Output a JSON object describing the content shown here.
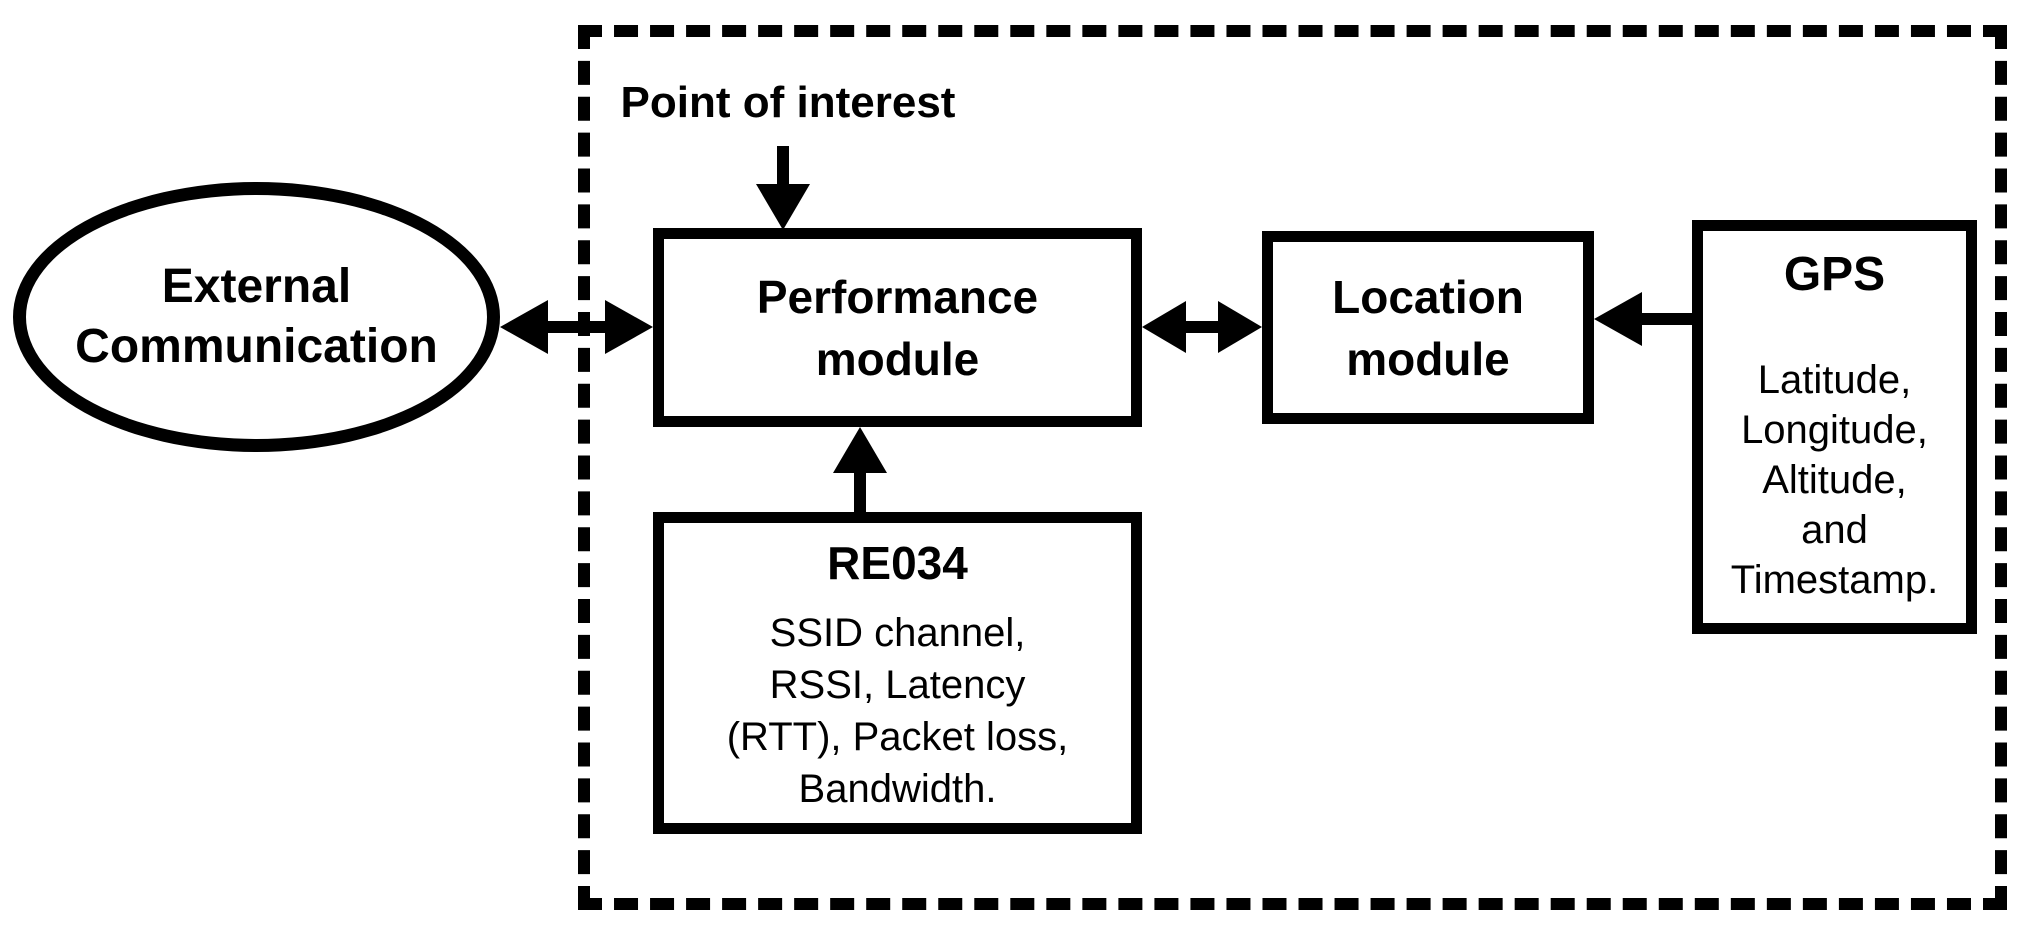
{
  "diagram": {
    "colors": {
      "stroke": "#000000",
      "background": "#ffffff"
    },
    "external_node": {
      "lines": [
        "External",
        "Communication"
      ]
    },
    "point_of_interest": {
      "label": "Point of interest"
    },
    "performance_module": {
      "lines": [
        "Performance",
        "module"
      ]
    },
    "location_module": {
      "lines": [
        "Location",
        "module"
      ]
    },
    "gps_node": {
      "title": "GPS",
      "lines": [
        "Latitude,",
        "Longitude,",
        "Altitude,",
        "and",
        "Timestamp."
      ]
    },
    "re034_node": {
      "title": "RE034",
      "lines": [
        "SSID channel,",
        "RSSI, Latency",
        "(RTT), Packet loss,",
        "Bandwidth."
      ]
    }
  }
}
